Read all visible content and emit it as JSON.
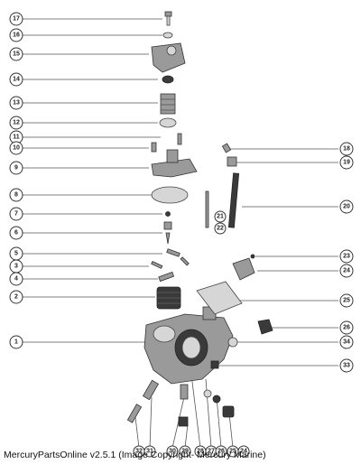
{
  "caption": "MercuryPartsOnline v2.5.1 (Image Copyright- Mercury Marine)",
  "callouts_left": [
    "17",
    "16",
    "15",
    "14",
    "13",
    "12",
    "11",
    "10",
    "9",
    "8",
    "7",
    "6",
    "5",
    "3",
    "4",
    "2",
    "1"
  ],
  "callouts_right": [
    "18",
    "19",
    "20",
    "21",
    "22",
    "23",
    "24",
    "25",
    "26",
    "34",
    "33"
  ],
  "callouts_bottom": [
    "32",
    "31",
    "30",
    "29",
    "28",
    "27",
    "26",
    "25",
    "24"
  ]
}
